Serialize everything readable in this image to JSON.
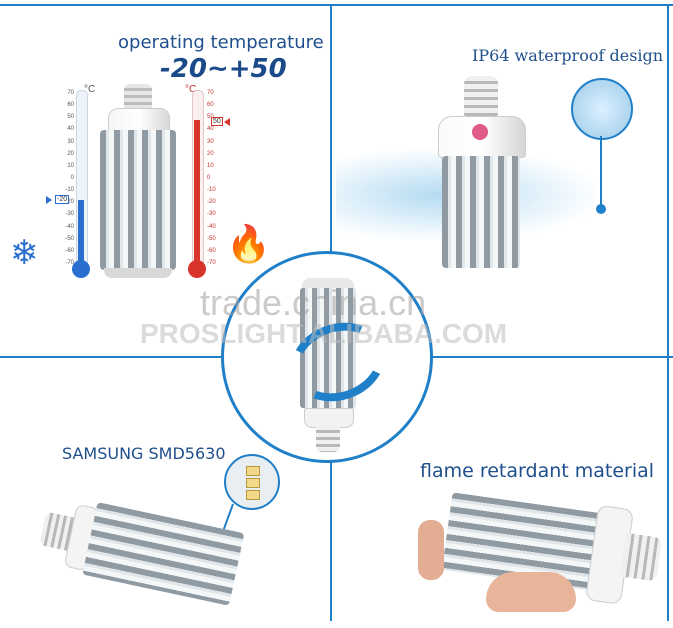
{
  "panels": {
    "top_left": {
      "title": "operating temperature",
      "range": "-20~+50",
      "celsius_left": "°C",
      "celsius_right": "°C",
      "scale_values": [
        "70",
        "60",
        "50",
        "40",
        "30",
        "20",
        "10",
        "0",
        "-10",
        "-20",
        "-30",
        "-40",
        "-50",
        "-60",
        "-70"
      ],
      "marker_cold": "-20",
      "marker_hot": "50"
    },
    "top_right": {
      "title": "IP64 waterproof design"
    },
    "bottom_left": {
      "title": "SAMSUNG SMD5630"
    },
    "bottom_right": {
      "title": "flame retardant material"
    }
  },
  "watermarks": {
    "line1": "trade.china.cn",
    "line2": "PROSLIGHT.ALIBABA.COM"
  },
  "colors": {
    "frame_blue": "#1f7fc8",
    "title_blue": "#1e4f8c",
    "temp_range_blue": "#1a4a8a",
    "thermo_red": "#d9342b",
    "thermo_blue": "#2a6fd0"
  },
  "icons": [
    "snowflake-icon",
    "flame-icon",
    "water-splash",
    "led-corn-bulb"
  ]
}
